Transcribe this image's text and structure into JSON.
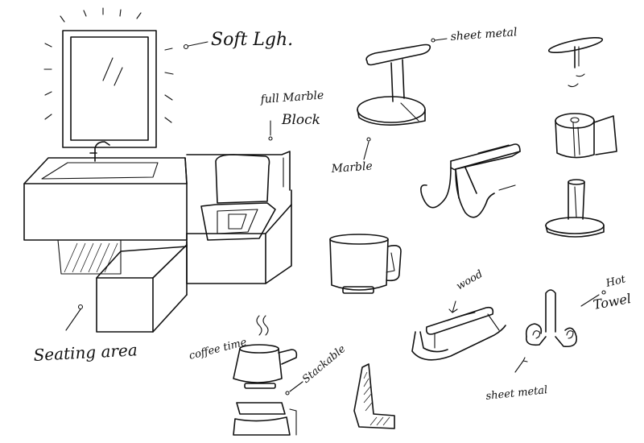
{
  "labels": {
    "soft_light": "Soft Lgh.",
    "full_marble_block_1": "full Marble",
    "full_marble_block_2": "Block",
    "sheet_metal_top": "sheet metal",
    "marble": "Marble",
    "seating_area": "Seating area",
    "coffee_time": "coffee time",
    "stackable": "Stackable",
    "wood": "wood",
    "hot_towel_1": "Hot",
    "hot_towel_2": "Towel",
    "sheet_metal_bottom": "sheet metal"
  }
}
